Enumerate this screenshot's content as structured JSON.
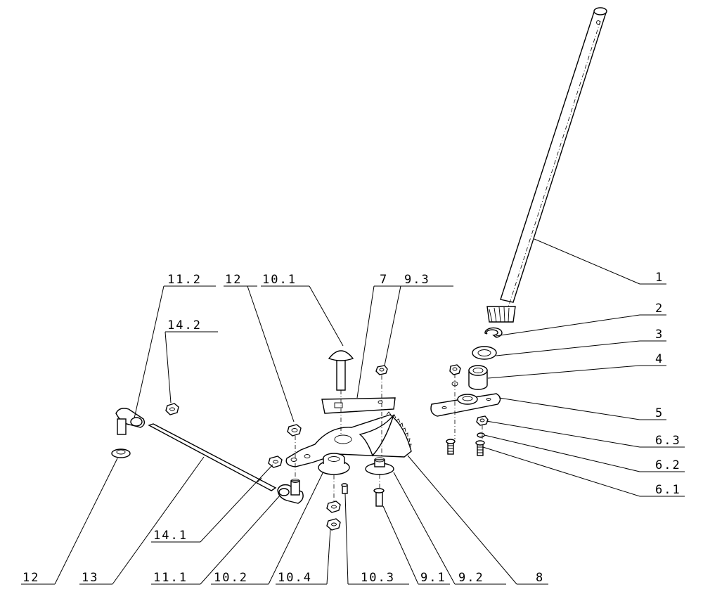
{
  "labels": {
    "p1": "1",
    "p2": "2",
    "p3": "3",
    "p4": "4",
    "p5": "5",
    "p6_3": "6.3",
    "p6_2": "6.2",
    "p6_1": "6.1",
    "p7": "7",
    "p8": "8",
    "p9_1": "9.1",
    "p9_2": "9.2",
    "p9_3": "9.3",
    "p10_1": "10.1",
    "p10_2": "10.2",
    "p10_3": "10.3",
    "p10_4": "10.4",
    "p11_1": "11.1",
    "p11_2": "11.2",
    "p12_top": "12",
    "p12_bottom": "12",
    "p13": "13",
    "p14_1": "14.1",
    "p14_2": "14.2"
  }
}
